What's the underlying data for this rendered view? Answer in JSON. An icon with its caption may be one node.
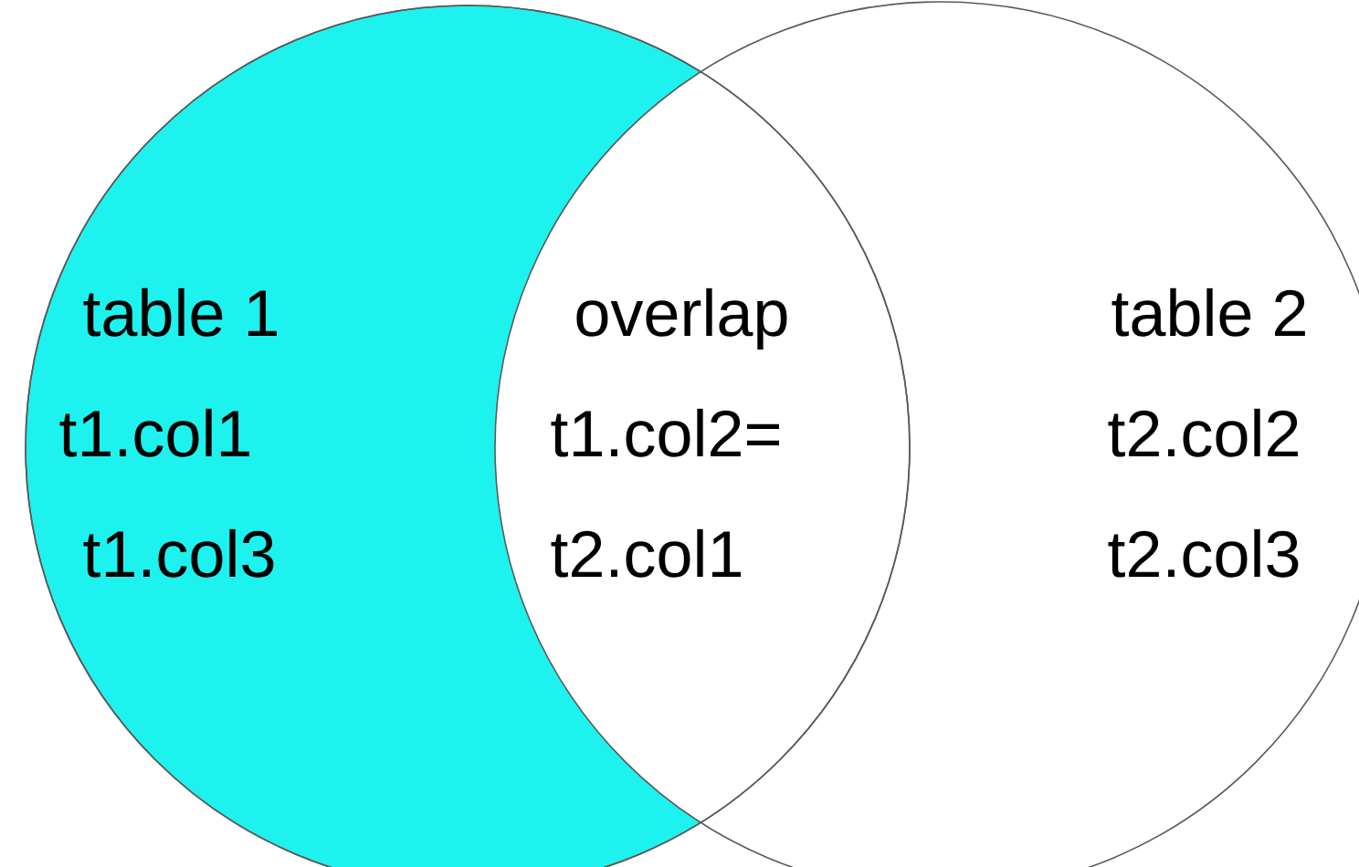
{
  "diagram": {
    "nodes": [
      {
        "text": [
          "table 1",
          "t1.col1",
          "t1.col3"
        ]
      },
      {
        "text": [
          "table 2",
          "t2.col2",
          "t2.col3"
        ]
      }
    ],
    "labels": [
      "overlap",
      "t1.col2= t2.col1"
    ]
  }
}
